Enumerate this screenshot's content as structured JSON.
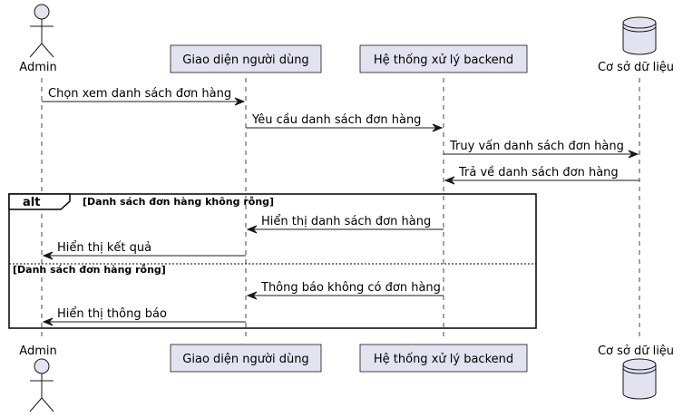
{
  "participants": {
    "admin": {
      "label": "Admin"
    },
    "ui": {
      "label": "Giao diện người dùng"
    },
    "backend": {
      "label": "Hệ thống xử lý backend"
    },
    "db": {
      "label": "Cơ sở dữ liệu"
    }
  },
  "messages": [
    {
      "label": "Chọn xem danh sách đơn hàng"
    },
    {
      "label": "Yêu cầu danh sách đơn hàng"
    },
    {
      "label": "Truy vấn danh sách đơn hàng"
    },
    {
      "label": "Trả về danh sách đơn hàng"
    },
    {
      "label": "Hiển thị danh sách đơn hàng"
    },
    {
      "label": "Hiển thị kết quả"
    },
    {
      "label": "Thông báo không có đơn hàng"
    },
    {
      "label": "Hiển thị thông báo"
    }
  ],
  "alt_fragment": {
    "keyword": "alt",
    "condition_1": "[Danh sách đơn hàng không rỗng]",
    "condition_2": "[Danh sách đơn hàng rỗng]"
  },
  "colors": {
    "participant_fill": "#E2E2F0",
    "participant_border": "#181818",
    "lifeline": "#181818",
    "arrow": "#181818"
  }
}
